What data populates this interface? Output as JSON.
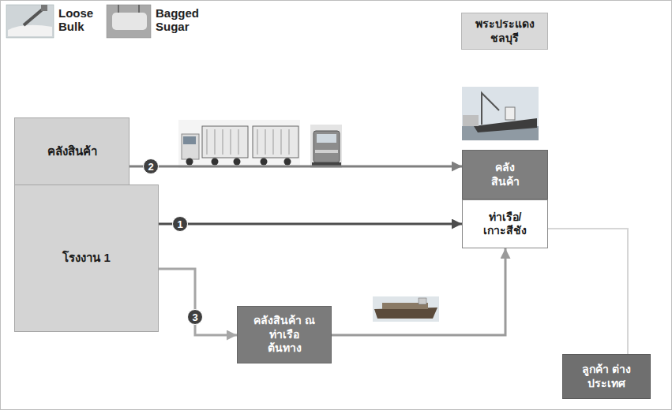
{
  "diagram": {
    "nodes": [
      {
        "text": [
          "พระประแดง ชลบุรี"
        ]
      },
      {
        "text": [
          "คลังสินค้า"
        ]
      },
      {
        "text": [
          "คลัง สินค้า"
        ]
      },
      {
        "text": [
          "ท่าเรือ/ เกาะสีชัง"
        ]
      },
      {
        "text": [
          "โรงงาน 1"
        ]
      },
      {
        "text": [
          "คลังสินค้า ณ ท่าเรือ ต้นทาง"
        ]
      },
      {
        "text": [
          "ลูกค้า ต่างประเทศ"
        ]
      }
    ],
    "edges": [
      {
        "from": 1,
        "to": 2,
        "arrow": "to"
      },
      {
        "from": 4,
        "to": 3,
        "arrow": "to"
      },
      {
        "from": 4,
        "to": 5,
        "arrow": "to"
      },
      {
        "from": 5,
        "to": 3,
        "arrow": "to"
      },
      {
        "from": 3,
        "to": 6,
        "arrow": "none"
      }
    ],
    "labels": [
      "Loose Bulk",
      "Bagged Sugar",
      "2",
      "1",
      "3"
    ]
  }
}
